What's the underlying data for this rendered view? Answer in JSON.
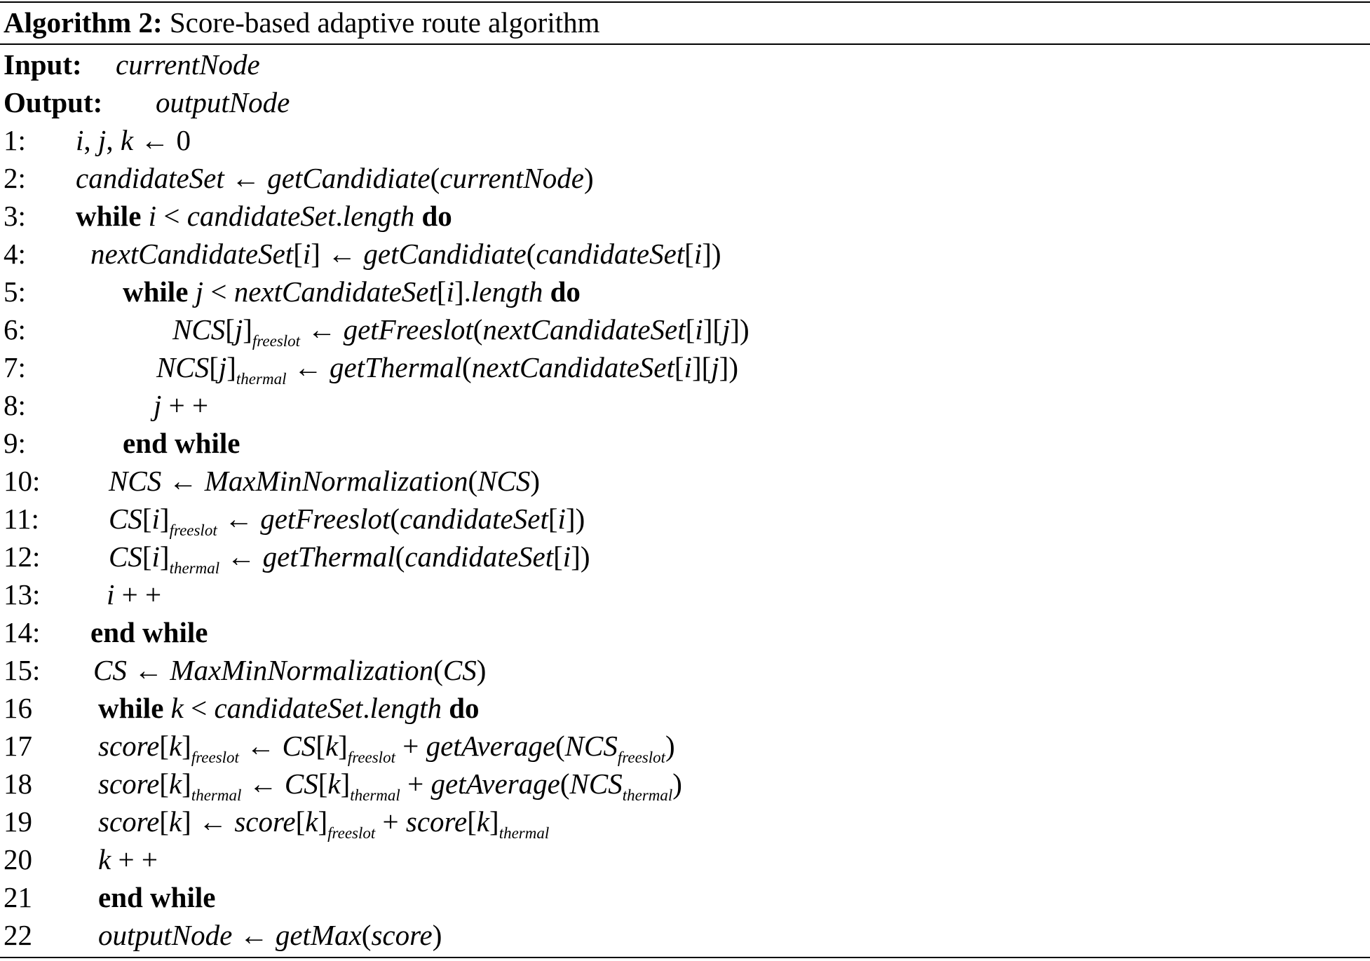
{
  "algorithm": {
    "label": "Algorithm 2:",
    "title": "Score-based adaptive route algorithm",
    "input": {
      "label": "Input:",
      "value": "currentNode"
    },
    "output": {
      "label": "Output:",
      "value": "outputNode"
    },
    "lines": [
      {
        "num": "1:",
        "parts": [
          "i",
          ", ",
          "j",
          ", ",
          "k",
          " ← 0"
        ]
      },
      {
        "num": "2:",
        "parts": [
          "candidateSet",
          " ← ",
          "getCandidiate",
          "(",
          "currentNode",
          ")"
        ]
      },
      {
        "num": "3:",
        "parts": [
          "while",
          " ",
          "i",
          " < ",
          "candidateSet",
          ".",
          "length",
          " ",
          "do"
        ]
      },
      {
        "num": "4:",
        "parts": [
          "nextCandidateSet",
          "[",
          "i",
          "] ← ",
          "getCandidiate",
          "(",
          "candidateSet",
          "[",
          "i",
          "])"
        ]
      },
      {
        "num": "5:",
        "parts": [
          "while",
          " ",
          "j",
          " < ",
          "nextCandidateSet",
          "[",
          "i",
          "].",
          "length",
          " ",
          "do"
        ]
      },
      {
        "num": "6:",
        "parts": [
          "NCS",
          "[",
          "j",
          "]",
          "freeslot",
          " ← ",
          "getFreeslot",
          "(",
          "nextCandidateSet",
          "[",
          "i",
          "][",
          "j",
          "])"
        ]
      },
      {
        "num": "7:",
        "parts": [
          "NCS",
          "[",
          "j",
          "]",
          "thermal",
          " ← ",
          "getThermal",
          "(",
          "nextCandidateSet",
          "[",
          "i",
          "][",
          "j",
          "])"
        ]
      },
      {
        "num": "8:",
        "parts": [
          "j",
          " + +"
        ]
      },
      {
        "num": "9:",
        "parts": [
          "end while"
        ]
      },
      {
        "num": "10:",
        "parts": [
          "NCS",
          " ← ",
          "MaxMinNormalization",
          "(",
          "NCS",
          ")"
        ]
      },
      {
        "num": "11:",
        "parts": [
          "CS",
          "[",
          "i",
          "]",
          "freeslot",
          " ← ",
          "getFreeslot",
          "(",
          "candidateSet",
          "[",
          "i",
          "])"
        ]
      },
      {
        "num": "12:",
        "parts": [
          "CS",
          "[",
          "i",
          "]",
          "thermal",
          " ← ",
          "getThermal",
          "(",
          "candidateSet",
          "[",
          "i",
          "])"
        ]
      },
      {
        "num": "13:",
        "parts": [
          "i",
          " + +"
        ]
      },
      {
        "num": "14:",
        "parts": [
          "end while"
        ]
      },
      {
        "num": "15:",
        "parts": [
          "CS",
          " ← ",
          "MaxMinNormalization",
          "(",
          "CS",
          ")"
        ]
      },
      {
        "num": "16",
        "parts": [
          "while",
          " ",
          "k",
          " < ",
          "candidateSet",
          ".",
          "length",
          " ",
          "do"
        ]
      },
      {
        "num": "17",
        "parts": [
          "score",
          "[",
          "k",
          "]",
          "freeslot",
          " ← ",
          "CS",
          "[",
          "k",
          "]",
          "freeslot",
          " + ",
          "getAverage",
          "(",
          "NCS",
          "freeslot",
          ")"
        ]
      },
      {
        "num": "18",
        "parts": [
          "score",
          "[",
          "k",
          "]",
          "thermal",
          " ← ",
          "CS",
          "[",
          "k",
          "]",
          "thermal",
          " + ",
          "getAverage",
          "(",
          "NCS",
          "thermal",
          ")"
        ]
      },
      {
        "num": "19",
        "parts": [
          "score",
          "[",
          "k",
          "] ← ",
          "score",
          "[",
          "k",
          "]",
          "freeslot",
          " + ",
          "score",
          "[",
          "k",
          "]",
          "thermal"
        ]
      },
      {
        "num": "20",
        "parts": [
          "k",
          " + +"
        ]
      },
      {
        "num": "21",
        "parts": [
          "end while"
        ]
      },
      {
        "num": "22",
        "parts": [
          "outputNode",
          " ← ",
          "getMax",
          "(",
          "score",
          ")"
        ]
      }
    ]
  }
}
